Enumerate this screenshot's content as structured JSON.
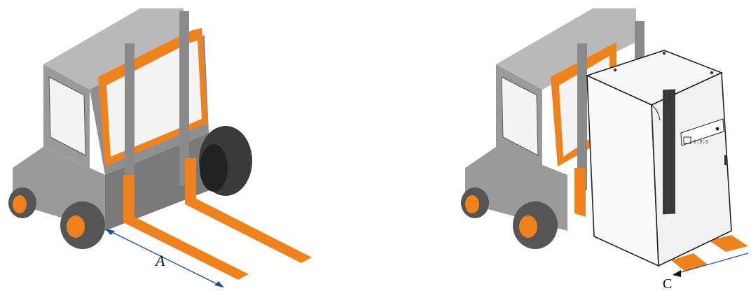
{
  "diagram": {
    "labels": {
      "fork_spacing": "A",
      "fork_overhang": "C"
    },
    "unit_display": {
      "screen_text": "2:2:3"
    },
    "colors": {
      "body_gray": "#9a9a9a",
      "body_dark": "#6f6f6f",
      "body_light": "#b9b9b9",
      "accent_orange": "#f0821e",
      "glass": "#f4f4f4",
      "tire": "#3a3a3a",
      "dimension_line": "#1f4e9c",
      "cabinet_face": "#fafafa",
      "cabinet_outline": "#222222"
    }
  }
}
